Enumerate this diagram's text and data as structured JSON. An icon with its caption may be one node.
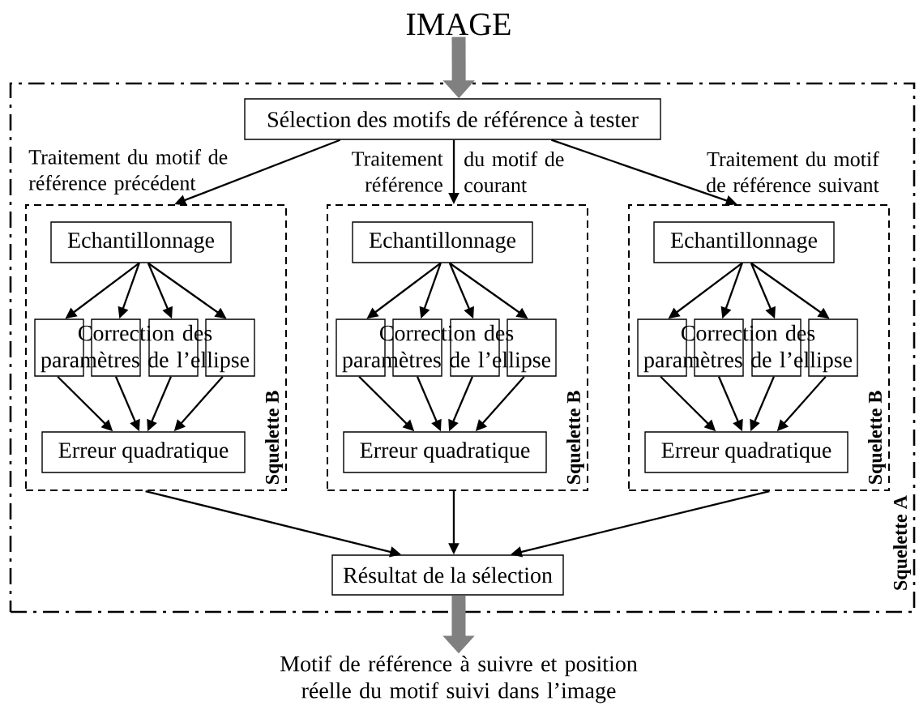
{
  "diagram": {
    "nodes": [
      {
        "text": [
          "IMAGE"
        ]
      },
      {
        "text": [
          "Squelette A"
        ]
      },
      {
        "text": [
          "Sélection des motifs de référence à tester"
        ],
        "in": 1
      },
      {
        "text": [
          "Squelette B"
        ],
        "in": 1
      },
      {
        "text": [
          "Echantillonnage"
        ],
        "in": 3
      },
      {
        "text": [],
        "shape": "box",
        "in": 3
      },
      {
        "text": [],
        "shape": "box",
        "in": 3
      },
      {
        "text": [],
        "shape": "box",
        "in": 3
      },
      {
        "text": [],
        "shape": "box",
        "in": 3
      },
      {
        "text": [
          "Erreur quadratique"
        ],
        "in": 3
      },
      {
        "text": [
          "Squelette B"
        ],
        "in": 1
      },
      {
        "text": [
          "Echantillonnage"
        ],
        "in": 10
      },
      {
        "text": [],
        "shape": "box",
        "in": 10
      },
      {
        "text": [],
        "shape": "box",
        "in": 10
      },
      {
        "text": [],
        "shape": "box",
        "in": 10
      },
      {
        "text": [],
        "shape": "box",
        "in": 10
      },
      {
        "text": [
          "Erreur quadratique"
        ],
        "in": 10
      },
      {
        "text": [
          "Squelette B"
        ],
        "in": 1
      },
      {
        "text": [
          "Echantillonnage"
        ],
        "in": 17
      },
      {
        "text": [],
        "shape": "box",
        "in": 17
      },
      {
        "text": [],
        "shape": "box",
        "in": 17
      },
      {
        "text": [],
        "shape": "box",
        "in": 17
      },
      {
        "text": [],
        "shape": "box",
        "in": 17
      },
      {
        "text": [
          "Erreur quadratique"
        ],
        "in": 17
      },
      {
        "text": [
          "Résultat de la sélection"
        ],
        "in": 1
      },
      {
        "text": [
          "Motif de référence à suivre et position réelle du motif suivi dans l’image"
        ]
      }
    ],
    "edges": [
      {
        "from": 0,
        "to": 2,
        "arrow": "to",
        "style": "thick",
        "color": "#808080"
      },
      {
        "from": 2,
        "to": 3,
        "arrow": "to",
        "label": "Traitement du motif de référence précédent"
      },
      {
        "from": 2,
        "to": 10,
        "arrow": "to"
      },
      {
        "from": 2,
        "to": 17,
        "arrow": "to",
        "label": "Traitement du motif de référence suivant"
      },
      {
        "from": 4,
        "to": 5,
        "arrow": "to"
      },
      {
        "from": 4,
        "to": 6,
        "arrow": "to"
      },
      {
        "from": 4,
        "to": 7,
        "arrow": "to"
      },
      {
        "from": 4,
        "to": 8,
        "arrow": "to"
      },
      {
        "from": 5,
        "to": 9,
        "arrow": "to"
      },
      {
        "from": 6,
        "to": 9,
        "arrow": "to"
      },
      {
        "from": 7,
        "to": 9,
        "arrow": "to"
      },
      {
        "from": 8,
        "to": 9,
        "arrow": "to"
      },
      {
        "from": 11,
        "to": 12,
        "arrow": "to"
      },
      {
        "from": 11,
        "to": 13,
        "arrow": "to"
      },
      {
        "from": 11,
        "to": 14,
        "arrow": "to"
      },
      {
        "from": 11,
        "to": 15,
        "arrow": "to"
      },
      {
        "from": 12,
        "to": 16,
        "arrow": "to"
      },
      {
        "from": 13,
        "to": 16,
        "arrow": "to"
      },
      {
        "from": 14,
        "to": 16,
        "arrow": "to"
      },
      {
        "from": 15,
        "to": 16,
        "arrow": "to"
      },
      {
        "from": 18,
        "to": 19,
        "arrow": "to"
      },
      {
        "from": 18,
        "to": 20,
        "arrow": "to"
      },
      {
        "from": 18,
        "to": 21,
        "arrow": "to"
      },
      {
        "from": 18,
        "to": 22,
        "arrow": "to"
      },
      {
        "from": 19,
        "to": 23,
        "arrow": "to"
      },
      {
        "from": 20,
        "to": 23,
        "arrow": "to"
      },
      {
        "from": 21,
        "to": 23,
        "arrow": "to"
      },
      {
        "from": 22,
        "to": 23,
        "arrow": "to"
      },
      {
        "from": 3,
        "to": 24,
        "arrow": "to"
      },
      {
        "from": 10,
        "to": 24,
        "arrow": "to"
      },
      {
        "from": 17,
        "to": 24,
        "arrow": "to"
      },
      {
        "from": 24,
        "to": 25,
        "arrow": "to",
        "style": "thick",
        "color": "#808080"
      }
    ],
    "labels": [
      "Traitement référence",
      "du motif de courant",
      "Correction des paramètres de l’ellipse",
      "Correction des paramètres de l’ellipse",
      "Correction des paramètres de l’ellipse"
    ]
  }
}
